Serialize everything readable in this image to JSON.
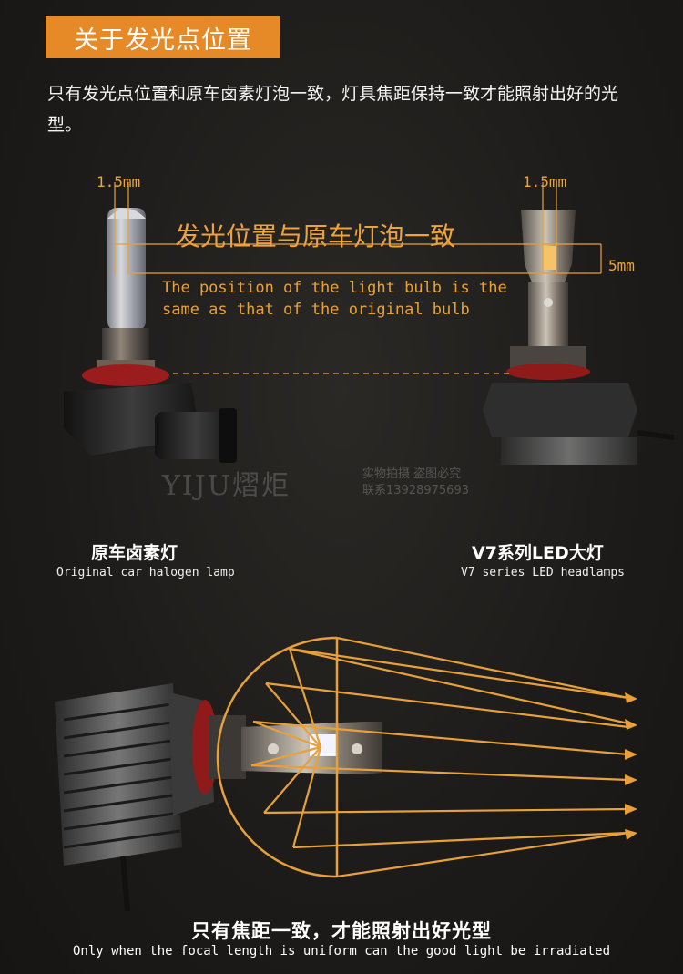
{
  "header": {
    "title": "关于发光点位置"
  },
  "intro": {
    "text": "只有发光点位置和原车卤素灯泡一致，灯具焦距保持一致才能照射出好的光型。"
  },
  "diagram": {
    "left_measure": "1.5mm",
    "right_measure": "1.5mm",
    "side_measure": "5mm",
    "heading_cn": "发光位置与原车灯泡一致",
    "heading_en_line1": "The position of the light bulb is the",
    "heading_en_line2": "same as that of the original bulb"
  },
  "left_product": {
    "caption_cn": "原车卤素灯",
    "caption_en": "Original car halogen lamp"
  },
  "right_product": {
    "caption_cn": "V7系列LED大灯",
    "caption_en": "V7 series LED headlamps"
  },
  "watermark": {
    "brand": "YIJU熠炬",
    "line1": "实物拍摄  盗图必究",
    "line2": "联系13928975693"
  },
  "footer": {
    "caption_cn": "只有焦距一致，才能照射出好光型",
    "caption_en": "Only when the focal length is uniform can the good light be irradiated"
  },
  "colors": {
    "accent": "#e58a27",
    "text_yellow": "#e8a13a",
    "background": "#1d1b19"
  }
}
